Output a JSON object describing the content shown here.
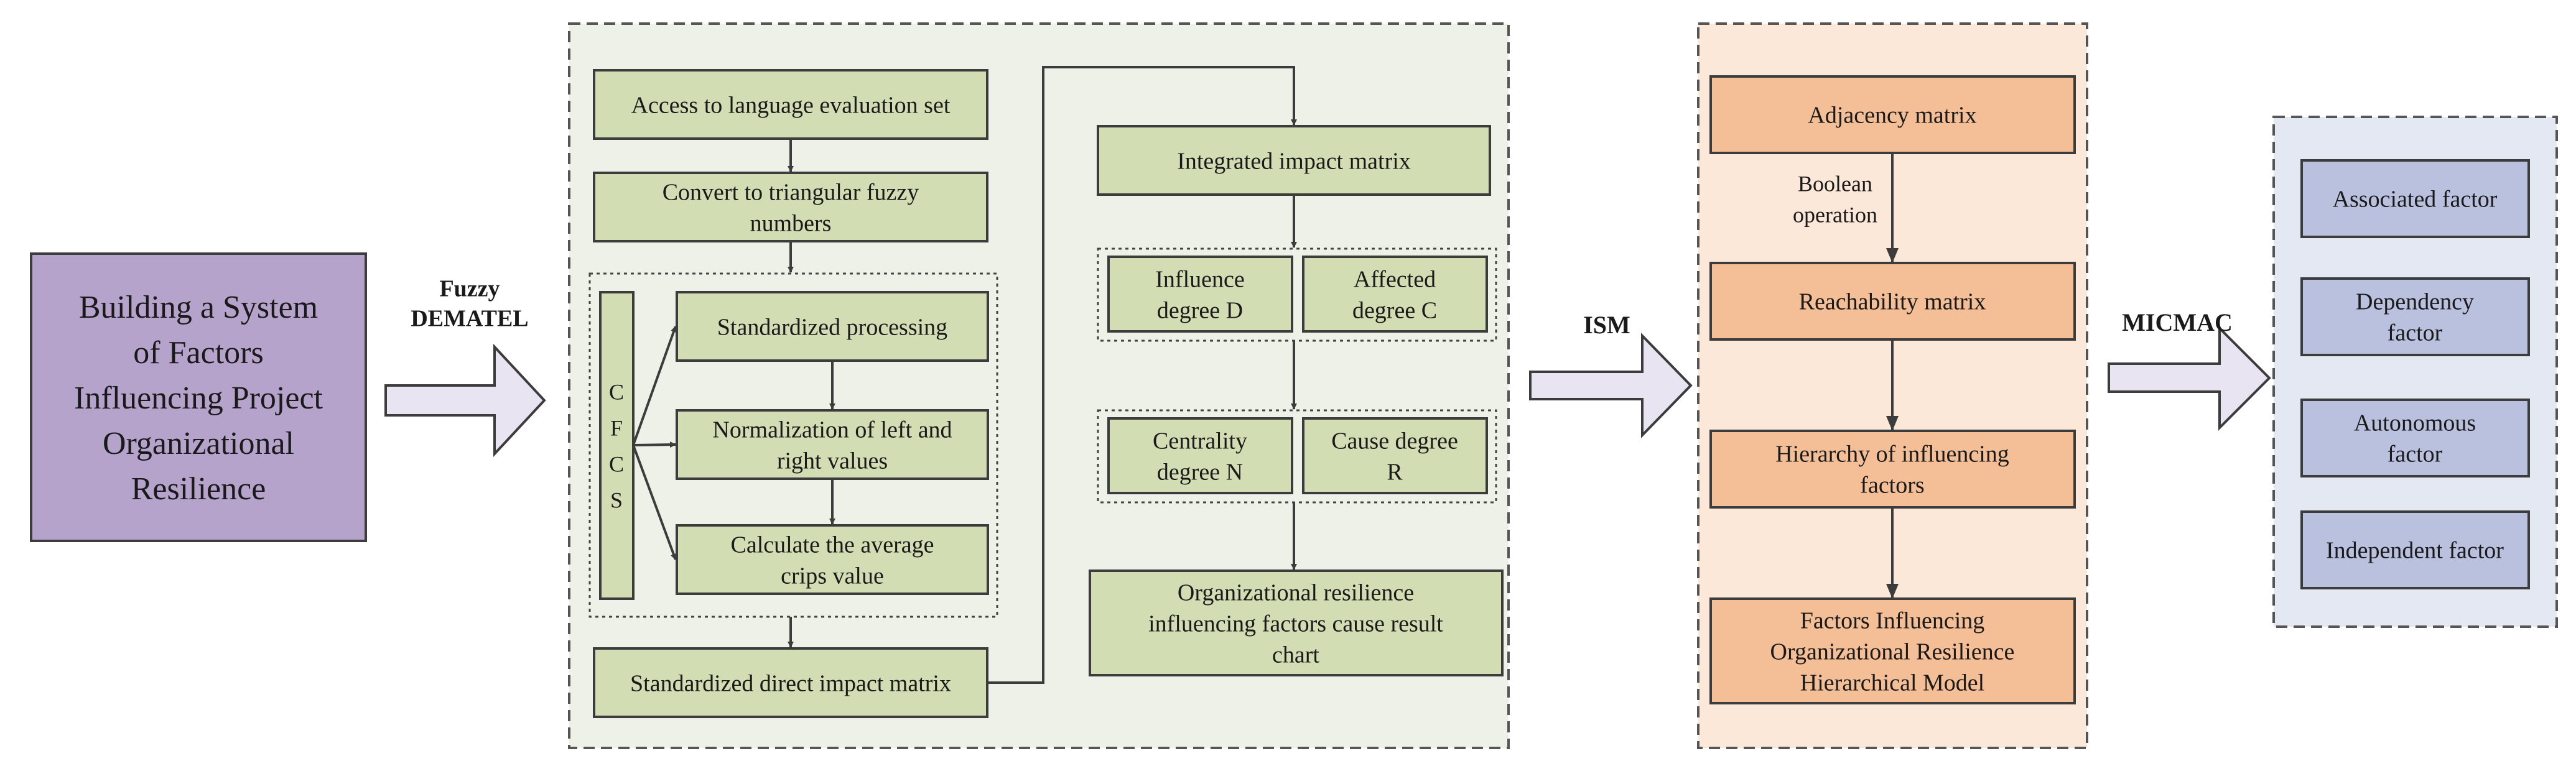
{
  "colors": {
    "purple_fill": "#B5A3CC",
    "green_panel": "#EEF1E7",
    "green_box": "#D2DDB3",
    "orange_panel": "#FBE8D9",
    "orange_box": "#F4BF96",
    "blue_panel": "#E4E8F2",
    "blue_box": "#B9C1DE",
    "arrow_fill": "#E9E4F1",
    "stroke": "#3c3c3c"
  },
  "start_box": {
    "lines": [
      "Building a System",
      "of Factors",
      "Influencing Project",
      "Organizational",
      "Resilience"
    ]
  },
  "transitions": {
    "fuzzy_dematel": [
      "Fuzzy",
      "DEMATEL"
    ],
    "ism": [
      "ISM"
    ],
    "micmac": [
      "MICMAC"
    ]
  },
  "dematel": {
    "access": [
      "Access to language evaluation set"
    ],
    "convert": [
      "Convert to triangular fuzzy",
      "numbers"
    ],
    "cfcs": [
      "C",
      "F",
      "C",
      "S"
    ],
    "standardized": [
      "Standardized processing"
    ],
    "normalization": [
      "Normalization of left and",
      "right values"
    ],
    "calculate": [
      "Calculate the average",
      "crips value"
    ],
    "direct_matrix": [
      "Standardized direct impact matrix"
    ],
    "integrated": [
      "Integrated impact matrix"
    ],
    "influence": [
      "Influence",
      "degree D"
    ],
    "affected": [
      "Affected",
      "degree C"
    ],
    "centrality": [
      "Centrality",
      "degree N"
    ],
    "cause": [
      "Cause degree",
      "R"
    ],
    "result": [
      "Organizational resilience",
      "influencing factors cause result",
      "chart"
    ]
  },
  "ism": {
    "adjacency": [
      "Adjacency matrix"
    ],
    "boolean": [
      "Boolean",
      "operation"
    ],
    "reachability": [
      "Reachability matrix"
    ],
    "hierarchy": [
      "Hierarchy of influencing",
      "factors"
    ],
    "model": [
      "Factors Influencing",
      "Organizational Resilience",
      "Hierarchical Model"
    ]
  },
  "micmac": {
    "associated": [
      "Associated factor"
    ],
    "dependency": [
      "Dependency",
      "factor"
    ],
    "autonomous": [
      "Autonomous",
      "factor"
    ],
    "independent": [
      "Independent factor"
    ]
  }
}
